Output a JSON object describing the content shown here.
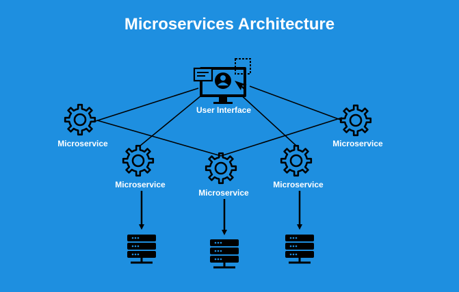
{
  "title": "Microservices Architecture",
  "colors": {
    "background": "#1e8fe0",
    "ink": "#000000",
    "text": "#ffffff"
  },
  "nodes": {
    "user_interface": {
      "label": "User Interface",
      "icon": "computer-monitor-user-icon"
    },
    "microservices": [
      {
        "label": "Microservice",
        "icon": "gear-icon"
      },
      {
        "label": "Microservice",
        "icon": "gear-icon"
      },
      {
        "label": "Microservice",
        "icon": "gear-icon"
      },
      {
        "label": "Microservice",
        "icon": "gear-icon"
      },
      {
        "label": "Microservice",
        "icon": "gear-icon"
      }
    ],
    "databases": [
      {
        "icon": "database-server-icon"
      },
      {
        "icon": "database-server-icon"
      },
      {
        "icon": "database-server-icon"
      }
    ]
  }
}
